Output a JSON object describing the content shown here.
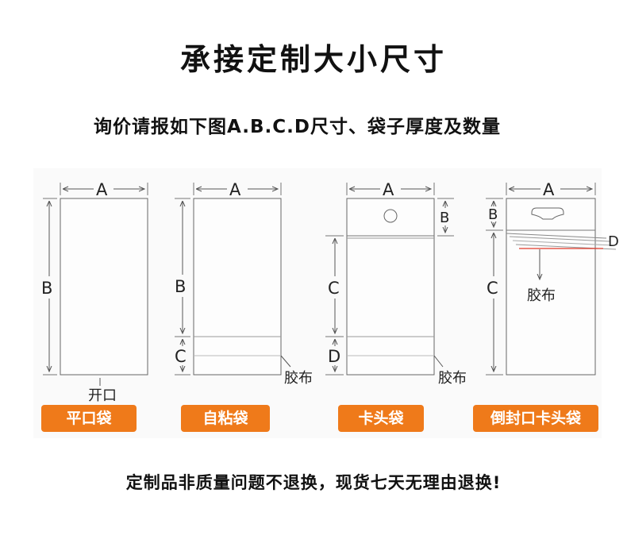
{
  "title": "承接定制大小尺寸",
  "subtitle": "询价请报如下图A.B.C.D尺寸、袋子厚度及数量",
  "bag_types": [
    {
      "name": "平口袋",
      "labels": {
        "a": "A",
        "b": "B",
        "opening": "开口"
      }
    },
    {
      "name": "自粘袋",
      "labels": {
        "a": "A",
        "b": "B",
        "c": "C"
      }
    },
    {
      "name": "卡头袋",
      "labels": {
        "a": "A",
        "b": "B",
        "c": "C",
        "d": "D",
        "tape": "胶布"
      }
    },
    {
      "name": "倒封口卡头袋",
      "labels": {
        "a": "A",
        "b": "B",
        "c": "C",
        "d": "D",
        "tape": "胶布"
      }
    }
  ],
  "self_adhesive_tape_label": "胶布",
  "footer": "定制品非质量问题不退换，现货七天无理由退换!",
  "colors": {
    "badge": "#ef7a1a",
    "line": "#555555",
    "accent_rule": "#e23a2a"
  }
}
